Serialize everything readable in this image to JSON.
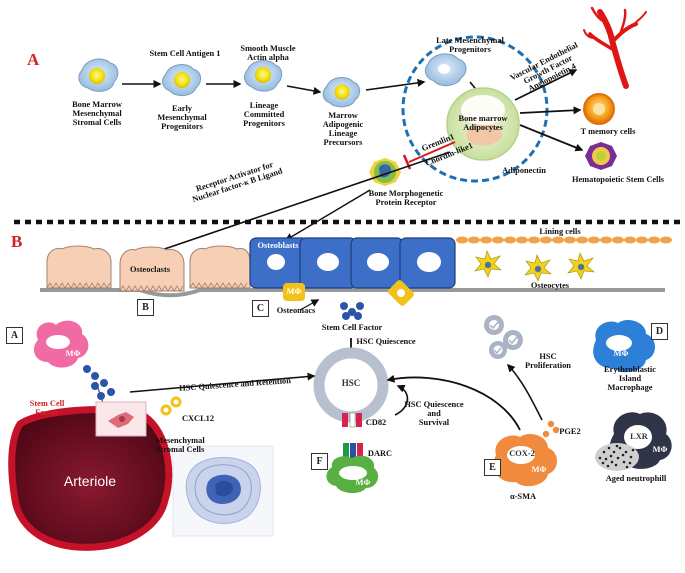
{
  "panels": {
    "A": "A",
    "B": "B"
  },
  "section_a": {
    "stages": [
      {
        "lines": [
          "Bone Marrow",
          "Mesenchymal",
          "Stromal Cells"
        ]
      },
      {
        "lines": [
          "Early",
          "Mesenchymal",
          "Progenitors"
        ]
      },
      {
        "lines": [
          "Lineage",
          "Committed",
          "Progenitors"
        ]
      },
      {
        "lines": [
          "Marrow",
          "Adipogenic",
          "Lineage",
          "Precursors"
        ]
      }
    ],
    "markers": {
      "stem_cell_antigen": "Stem Cell Antigen 1",
      "smooth_muscle": [
        "Smooth Muscle",
        "Actin alpha"
      ]
    },
    "late_progenitors": [
      "Late Mesenchymal",
      "Progenitors"
    ],
    "adipocytes": [
      "Bone marrow",
      "Adipocytes"
    ],
    "adiponectin": "Adiponectin",
    "gremlin": "Gremlin1",
    "chordin": "Chordin-like1",
    "bmp_receptor": [
      "Bone Morphogenetic",
      "Protein Receptor"
    ],
    "vegf": [
      "Vascular Endothelial",
      "Growth Factor"
    ],
    "angiopoietin": "Angiopoietin 4",
    "t_memory": "T memory cells",
    "hsc_right": "Hematopoietic Stem Cells",
    "rankl": [
      "Receptor Activator for",
      "Nuclear factor-κ B Ligand"
    ]
  },
  "section_b": {
    "osteoblasts": "Osteoblasts",
    "lining_cells": "Lining cells",
    "osteoclasts": "Osteoclasts",
    "osteocytes": "Osteocytes",
    "osteomacs": "Osteomacs",
    "mphi": "MΦ",
    "stem_cell_factor_center": "Stem Cell Factor",
    "hsc_quiescence": "HSC Quiescence",
    "hsc": "HSC",
    "hsc_quiescence_retention": "HSC Quiescence and Retention",
    "stem_cell_factor_left": [
      "Stem Cell",
      "Factor"
    ],
    "cxcl12": "CXCL12",
    "mesenchymal_stromal": [
      "Mesenchymal",
      "Stromal Cells"
    ],
    "arteriole": "Arteriole",
    "cd82": "CD82",
    "darc": "DARC",
    "quiescence_survival": [
      "HSC Quiescence",
      "and",
      "Survival"
    ],
    "hsc_proliferation": [
      "HSC",
      "Proliferation"
    ],
    "pge2": "PGE2",
    "cox2": "COX-2",
    "alpha_sma": "α-SMA",
    "erythroblastic": [
      "Erythroblastic",
      "Island",
      "Macrophage"
    ],
    "lxr": "LXR",
    "aged_neutrophil": "Aged neutrophill",
    "boxes": {
      "A": "A",
      "B": "B",
      "C": "C",
      "D": "D",
      "E": "E",
      "F": "F"
    }
  }
}
